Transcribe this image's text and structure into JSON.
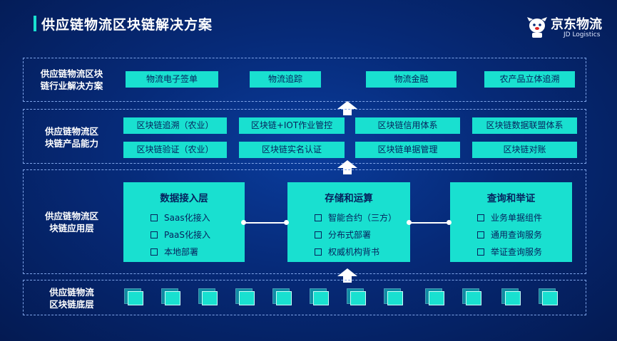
{
  "header": {
    "title": "供应链物流区块链解决方案",
    "logo_cn": "京东物流",
    "logo_en": "JD Logistics"
  },
  "layers": {
    "solutions": {
      "label": "供应链物流区块\n链行业解决方案",
      "items": [
        "物流电子签单",
        "物流追踪",
        "物流金融",
        "农产品立体追溯"
      ]
    },
    "capabilities": {
      "label": "供应链物流区\n块链产品能力",
      "row1": [
        "区块链追溯（农业）",
        "区块链+IOT作业管控",
        "区块链信用体系",
        "区块链数据联盟体系"
      ],
      "row2": [
        "区块链验证（农业）",
        "区块链实名认证",
        "区块链单据管理",
        "区块链对账"
      ]
    },
    "application": {
      "label": "供应链物流区\n块链应用层",
      "modules": [
        {
          "title": "数据接入层",
          "items": [
            "Saas化接入",
            "PaaS化接入",
            "本地部署"
          ]
        },
        {
          "title": "存储和运算",
          "items": [
            "智能合约（三方）",
            "分布式部署",
            "权威机构背书"
          ]
        },
        {
          "title": "查询和举证",
          "items": [
            "业务单据组件",
            "通用查询服务",
            "举证查询服务"
          ]
        }
      ]
    },
    "base": {
      "label": "供应链物流\n区块链底层"
    }
  },
  "colors": {
    "accent": "#19e0d0",
    "background": "#062a78",
    "text_dark": "#06205c",
    "border": "#7fa4e8"
  }
}
